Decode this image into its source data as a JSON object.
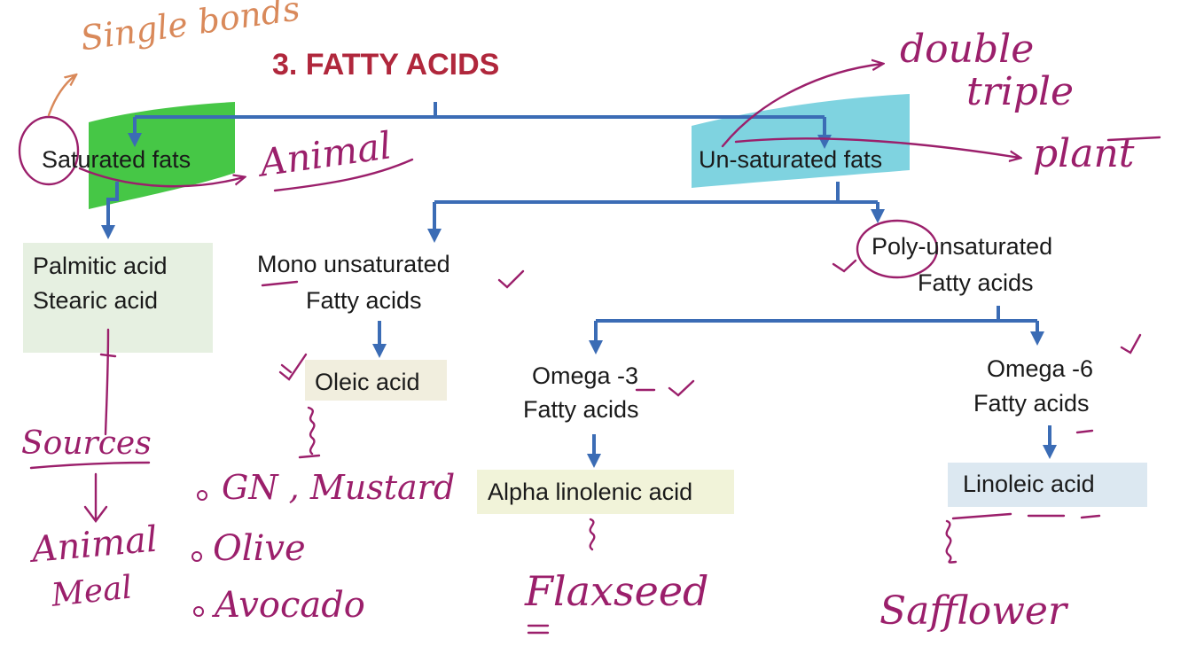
{
  "title": "3. FATTY ACIDS",
  "nodes": {
    "saturated": "Saturated fats",
    "unsaturated": "Un-saturated fats",
    "saturated_examples": [
      "Palmitic acid",
      "Stearic acid"
    ],
    "mono": [
      "Mono unsaturated",
      "Fatty acids"
    ],
    "poly": [
      "Poly-unsaturated",
      "Fatty acids"
    ],
    "oleic": "Oleic acid",
    "omega3": [
      "Omega -3",
      "Fatty acids"
    ],
    "omega6": [
      "Omega -6",
      "Fatty acids"
    ],
    "alpha": "Alpha linolenic acid",
    "linoleic": "Linoleic acid"
  },
  "annotations": {
    "single_bonds": "Single bonds",
    "animal": "Animal",
    "double": "double",
    "triple": "triple",
    "plant": "plant",
    "sources": "Sources",
    "animal_meal": [
      "Animal",
      "Meal"
    ],
    "mono_sources": [
      "GN , Mustard",
      "Olive",
      "Avocado"
    ],
    "flaxseed": "Flaxseed",
    "safflower": "Safflower"
  },
  "colors": {
    "title": "#b0273c",
    "arrow": "#3b6cb5",
    "ink": "#9b1f6b",
    "orange_ink": "#d9895a",
    "green_highlight": "#3cc43c",
    "cyan_highlight": "#7fd3e0",
    "box_green": "#e6f0e1",
    "box_beige": "#f1eede",
    "box_yellow": "#f1f3d9",
    "box_blue": "#dce8f1"
  }
}
